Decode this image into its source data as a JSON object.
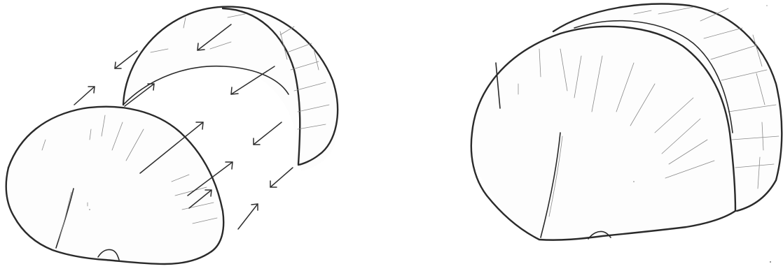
{
  "scene": {
    "background": "#ffffff",
    "ink_color": "#2a2a2a",
    "style": "pencil sketch"
  },
  "left_figure": {
    "parts": [
      "front-half-dome",
      "back-half-dome"
    ],
    "arrows": [
      "motion-arrow",
      "motion-arrow",
      "motion-arrow",
      "motion-arrow",
      "motion-arrow",
      "motion-arrow",
      "motion-arrow",
      "motion-arrow",
      "motion-arrow",
      "motion-arrow",
      "motion-arrow"
    ]
  },
  "right_figure": {
    "parts": [
      "front-half-dome",
      "back-half-dome"
    ]
  }
}
